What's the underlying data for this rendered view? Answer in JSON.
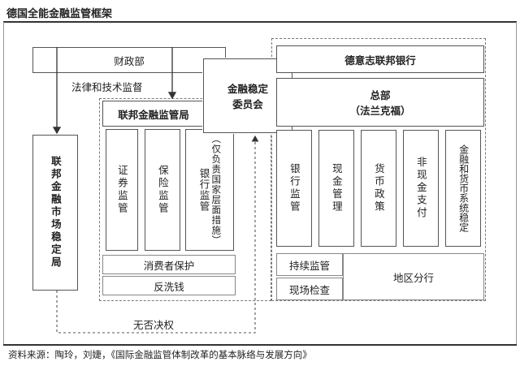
{
  "title": "德国全能金融监管框架",
  "source": "资料来源：陶玲，刘婕，《国际金融监管体制改革的基本脉络与发展方向》",
  "nodes": {
    "ministry_of_finance": "财政部",
    "legal_tech_supervision": "法律和技术监督",
    "federal_financial_supervisory_authority": "联邦金融监管局",
    "financial_market_stabilization_agency": "联邦金融市场稳定局",
    "securities_supervision": "证券监管",
    "insurance_supervision": "保险监管",
    "banking_supervision_note": "（仅负责国家层面措施）",
    "banking_supervision": "银行监管",
    "consumer_protection": "消费者保护",
    "anti_money_laundering": "反洗钱",
    "veto_power": "无否决权",
    "financial_stability_committee_line1": "金融稳定",
    "financial_stability_committee_line2": "委员会",
    "bundesbank": "德意志联邦银行",
    "headquarters_line1": "总部",
    "headquarters_line2": "（法兰克福）",
    "bank_supervision_bb": "银行监管",
    "cash_management": "现金管理",
    "monetary_policy": "货币政策",
    "non_cash_payment": "非现金支付",
    "financial_monetary_stability": "金融和货币系统稳定",
    "continuous_supervision": "持续监管",
    "onsite_inspection": "现场检查",
    "regional_branches": "地区分行"
  }
}
